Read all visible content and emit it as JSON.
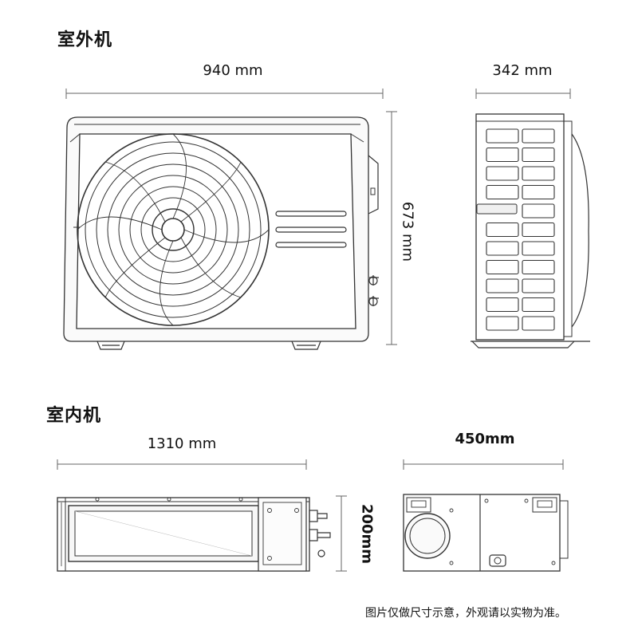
{
  "outdoor": {
    "title": "室外机",
    "width_label": "940 mm",
    "depth_label": "342 mm",
    "height_label": "673 mm"
  },
  "indoor": {
    "title": "室内机",
    "width_label": "1310 mm",
    "depth_label": "450mm",
    "height_label": "200mm"
  },
  "disclaimer": "图片仅做尺寸示意，外观请以实物为准。",
  "colors": {
    "line": "#333333",
    "dim": "#666666",
    "fill_light": "#f4f4f4",
    "fill_mid": "#e2e2e2"
  }
}
